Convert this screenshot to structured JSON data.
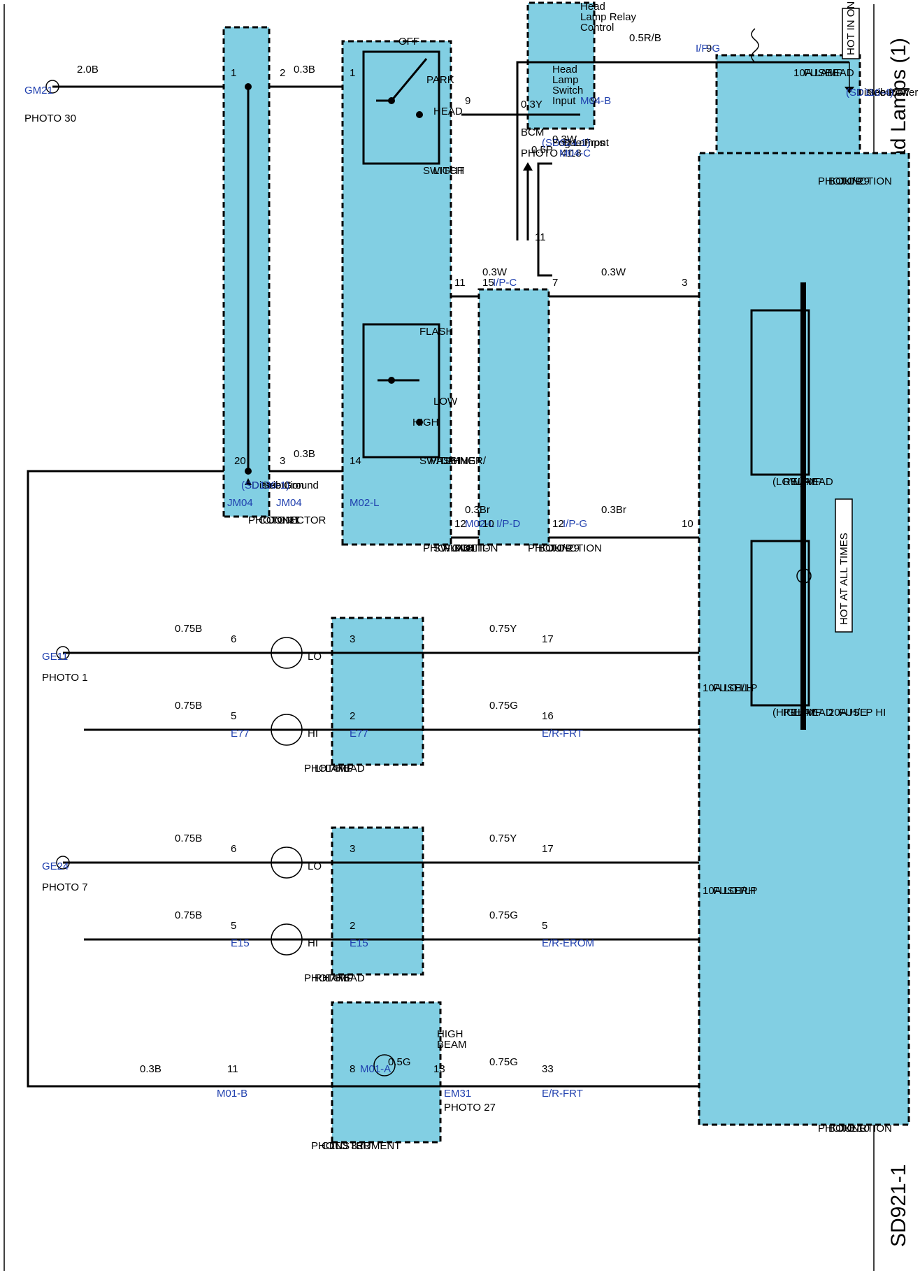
{
  "page": {
    "title": "Head Lamps (1)",
    "code": "SD921-1"
  },
  "tags": {
    "hot_in_on": "HOT IN ON",
    "hot_at_all_times": "HOT AT ALL TIMES"
  },
  "components": {
    "ip_junction_box": {
      "name": [
        "I/P",
        "JUNCTION",
        "BOX"
      ],
      "photo": "PHOTO 29"
    },
    "head_lamp_fuse": [
      "HEAD",
      "LAMP",
      "FUSE",
      "10A"
    ],
    "power_dist_note": [
      "See Power",
      "Distribution"
    ],
    "power_dist_ref": "(SD110-4)",
    "bcm": {
      "name": "BCM",
      "photo": "PHOTO 41"
    },
    "bcm_relay_control": [
      "Head",
      "Lamp Relay",
      "Control"
    ],
    "bcm_switch_input": [
      "Head",
      "Lamp",
      "Switch",
      "Input"
    ],
    "fog_note": [
      "See Front",
      "Fog Lamps"
    ],
    "fog_ref": "(SD924-1)",
    "light_switch": {
      "name": [
        "LIGHT",
        "SWITCH"
      ],
      "off": "OFF",
      "park": "PARK",
      "head": "HEAD"
    },
    "dimmer_switch": {
      "name": [
        "DIMMER/",
        "PASSING",
        "SWITCH"
      ],
      "flash": "FLASH",
      "low": "LOW",
      "high": "HIGH"
    },
    "multi_function_switch": {
      "name": [
        "MULTI-",
        "FUNCTION",
        "SWITCH"
      ],
      "photo": "PHOTO 34"
    },
    "joint_connector": {
      "name": [
        "JOINT",
        "CONNECTOR"
      ],
      "photo": "PHOTO 31"
    },
    "ground_note": [
      "See Ground",
      "Distribution"
    ],
    "ground_ref": "(SD130-1)",
    "ip_junction_box_2": {
      "name": [
        "I/P",
        "JUNCTION",
        "BOX"
      ],
      "photo": "PHOTO 29"
    },
    "head_lamp_relay_low": [
      "HEAD",
      "LAMP",
      "RELAY",
      "(LOW)"
    ],
    "head_lamp_relay_high": [
      "HEAD",
      "LAMP",
      "RELAY",
      "(HIGH)"
    ],
    "hlp_hi_fuse": [
      "H/LP HI",
      "FUSE",
      "20A"
    ],
    "hlp_lo_lh_fuse": [
      "H/LP",
      "LO LH",
      "FUSE",
      "10A"
    ],
    "hlp_lo_rh_fuse": [
      "H/LP",
      "LO RH",
      "FUSE",
      "10A"
    ],
    "er_junction_box": {
      "name": [
        "E/R",
        "JUNCTION",
        "BOX"
      ],
      "photo": "PHOTO 10"
    },
    "head_lamp_lh": {
      "name": [
        "HEAD",
        "LAMP",
        "LH"
      ],
      "photo": "PHOTO 3",
      "lo": "LO",
      "hi": "HI"
    },
    "head_lamp_rh": {
      "name": [
        "HEAD",
        "LAMP",
        "RH"
      ],
      "photo": "PHOTO 6",
      "lo": "LO",
      "hi": "HI"
    },
    "instrument_cluster": {
      "name": [
        "INSTRUMENT",
        "CLUSTER"
      ],
      "photo": "PHOTO 33",
      "indicator": [
        "HIGH",
        "BEAM"
      ]
    },
    "gm21": {
      "name": "GM21",
      "photo": "PHOTO 30"
    },
    "ge11": {
      "name": "GE11",
      "photo": "PHOTO 1"
    },
    "ge24": {
      "name": "GE24",
      "photo": "PHOTO 7"
    },
    "em31": {
      "name": "EM31",
      "photo": "PHOTO 27"
    }
  },
  "connectors": {
    "ipg": "I/P-G",
    "m04b": "M04-B",
    "m04c": "M04-C",
    "ipc": "I/P-C",
    "ipd": "I/P-D",
    "m02l": "M02-L",
    "jm04": "JM04",
    "e77": "E77",
    "e15": "E15",
    "erfrt": "E/R-FRT",
    "ererom": "E/R-EROM",
    "m01a": "M01-A",
    "m01b": "M01-B"
  },
  "wires": {
    "w_05rb": "0.5R/B",
    "w_05p": "0.5P",
    "w_03y": "0.3Y",
    "w_03w": "0.3W",
    "w_03b": "0.3B",
    "w_20b": "2.0B",
    "w_03br": "0.3Br",
    "w_075y": "0.75Y",
    "w_075g": "0.75G",
    "w_075b": "0.75B",
    "w_05g": "0.5G"
  },
  "pins": {
    "p1": "1",
    "p2": "2",
    "p3": "3",
    "p5": "5",
    "p6": "6",
    "p7": "7",
    "p8": "8",
    "p9": "9",
    "p10": "10",
    "p11": "11",
    "p12": "12",
    "p13": "13",
    "p14": "14",
    "p15": "15",
    "p16": "16",
    "p17": "17",
    "p18": "18",
    "p20": "20",
    "p33": "33"
  },
  "colors": {
    "box_fill": "#82cfe3",
    "connector_blue": "#1f3fae",
    "ink": "#000000"
  }
}
